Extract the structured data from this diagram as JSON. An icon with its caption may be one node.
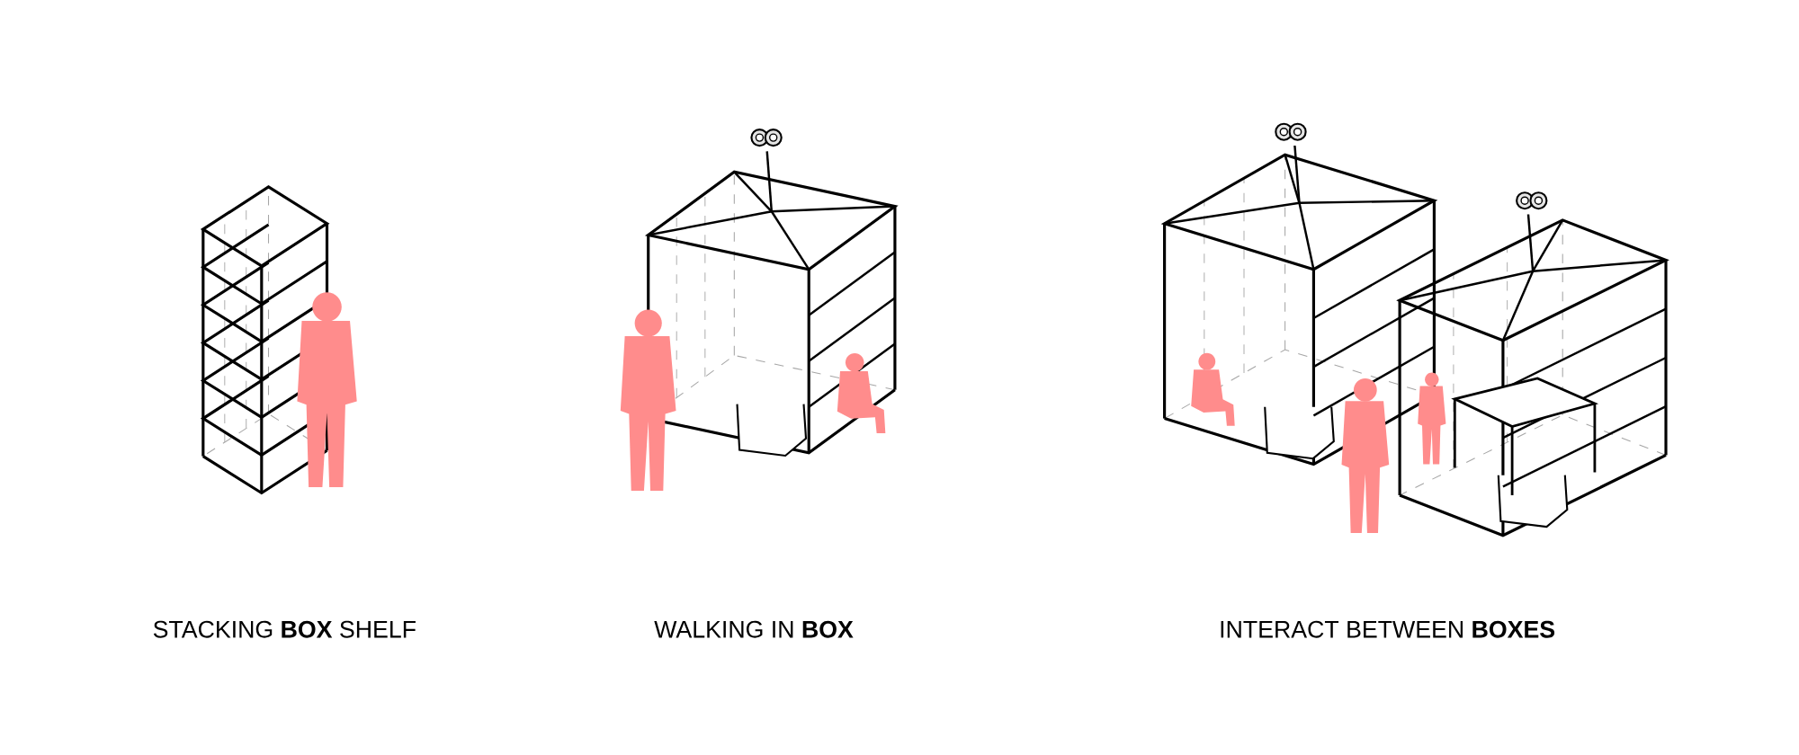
{
  "diagram": {
    "labels": [
      "STACKING **BOX** SHELF",
      "WALKING IN **BOX**",
      "INTERACT BETWEEN **BOXES**"
    ]
  }
}
